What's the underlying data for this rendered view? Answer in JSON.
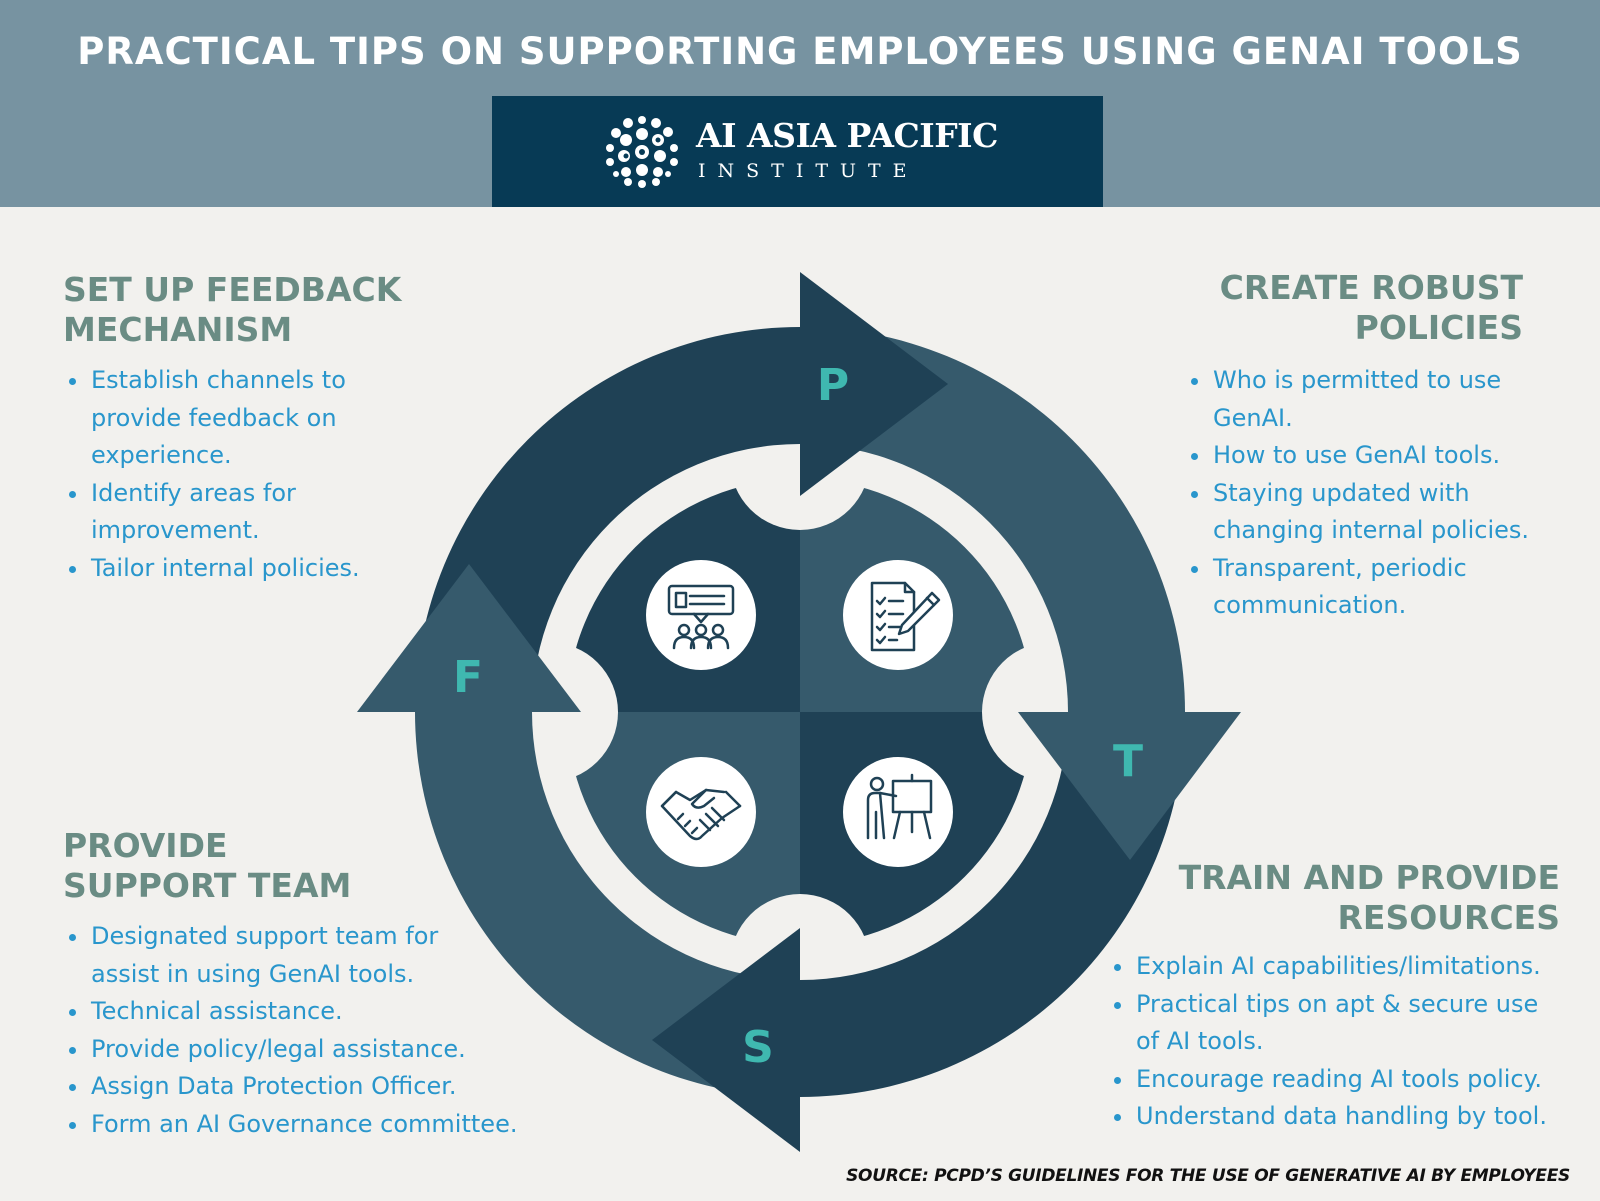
{
  "header": {
    "title": "PRACTICAL TIPS ON SUPPORTING EMPLOYEES USING GENAI TOOLS",
    "logo": {
      "name": "AI ASIA PACIFIC",
      "subtitle": "INSTITUTE"
    }
  },
  "cycle": {
    "letters": {
      "p": "P",
      "t": "T",
      "s": "S",
      "f": "F"
    },
    "icons": [
      "presentation-audience-icon",
      "checklist-pen-icon",
      "handshake-icon",
      "trainer-board-icon"
    ]
  },
  "sections": {
    "feedback": {
      "title_line1": "SET UP FEEDBACK",
      "title_line2": "MECHANISM",
      "items": [
        "Establish channels to",
        "provide feedback on",
        "experience.",
        "Identify areas for",
        "improvement.",
        "Tailor internal policies."
      ]
    },
    "policies": {
      "title_line1": "CREATE ROBUST",
      "title_line2": "POLICIES",
      "items": [
        "Who is permitted to use",
        "GenAI.",
        "How to use GenAI tools.",
        "Staying updated with",
        "changing internal policies.",
        "Transparent, periodic",
        "communication."
      ]
    },
    "support": {
      "title_line1": "PROVIDE",
      "title_line2": "SUPPORT TEAM",
      "items": [
        "Designated support team for",
        "assist in using GenAI tools.",
        "Technical assistance.",
        "Provide policy/legal assistance.",
        "Assign Data Protection Officer.",
        "Form an AI Governance committee."
      ]
    },
    "training": {
      "title_line1": "TRAIN AND PROVIDE",
      "title_line2": "RESOURCES",
      "items": [
        "Explain AI capabilities/limitations.",
        "Practical tips on apt & secure use",
        "of AI tools.",
        "Encourage reading AI tools policy.",
        "Understand data handling by tool."
      ]
    }
  },
  "source": "SOURCE: PCPD’S GUIDELINES FOR THE USE OF GENERATIVE AI BY EMPLOYEES",
  "colors": {
    "dark": "#1f4155",
    "mid": "#365a6c",
    "accent": "#3fb8b0",
    "header_bg": "#7793a1",
    "logo_bg": "#073a55"
  }
}
